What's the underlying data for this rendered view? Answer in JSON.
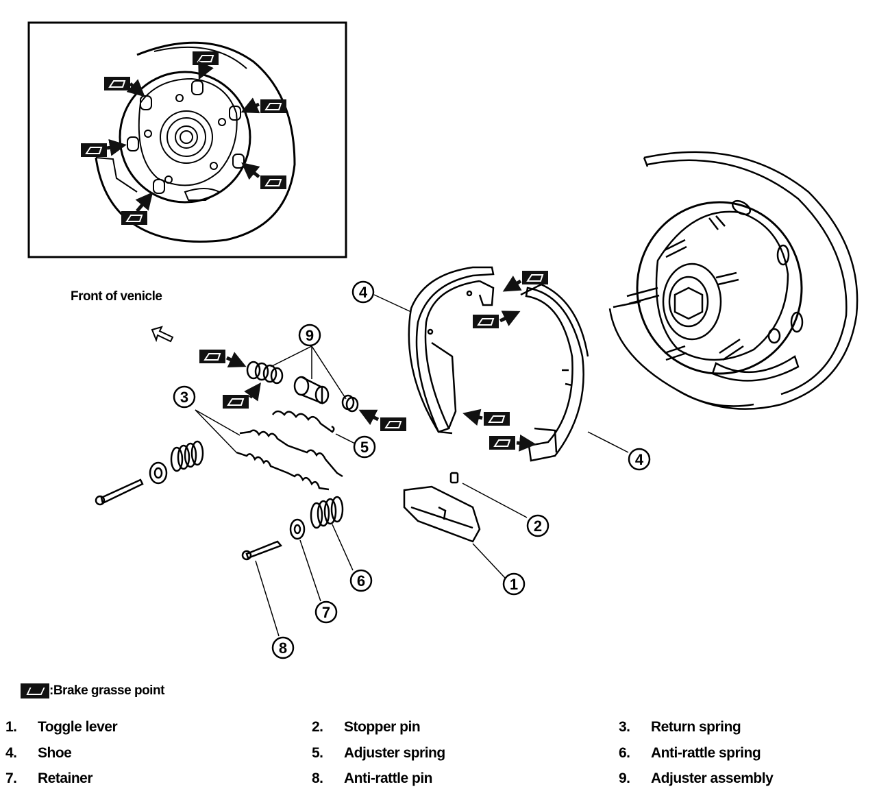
{
  "front_label": "Front of venicle",
  "legend_note": ":Brake grasse point",
  "callouts": [
    "1",
    "2",
    "3",
    "4",
    "5",
    "6",
    "7",
    "8",
    "9"
  ],
  "parts": [
    {
      "num": "1.",
      "name": "Toggle lever"
    },
    {
      "num": "2.",
      "name": "Stopper pin"
    },
    {
      "num": "3.",
      "name": "Return spring"
    },
    {
      "num": "4.",
      "name": "Shoe"
    },
    {
      "num": "5.",
      "name": "Adjuster spring"
    },
    {
      "num": "6.",
      "name": "Anti-rattle spring"
    },
    {
      "num": "7.",
      "name": "Retainer"
    },
    {
      "num": "8.",
      "name": "Anti-rattle pin"
    },
    {
      "num": "9.",
      "name": "Adjuster assembly"
    }
  ],
  "icons": [
    "grease-point-icon",
    "front-arrow-icon"
  ],
  "colors": {
    "ink": "#000000",
    "paper": "#ffffff"
  }
}
